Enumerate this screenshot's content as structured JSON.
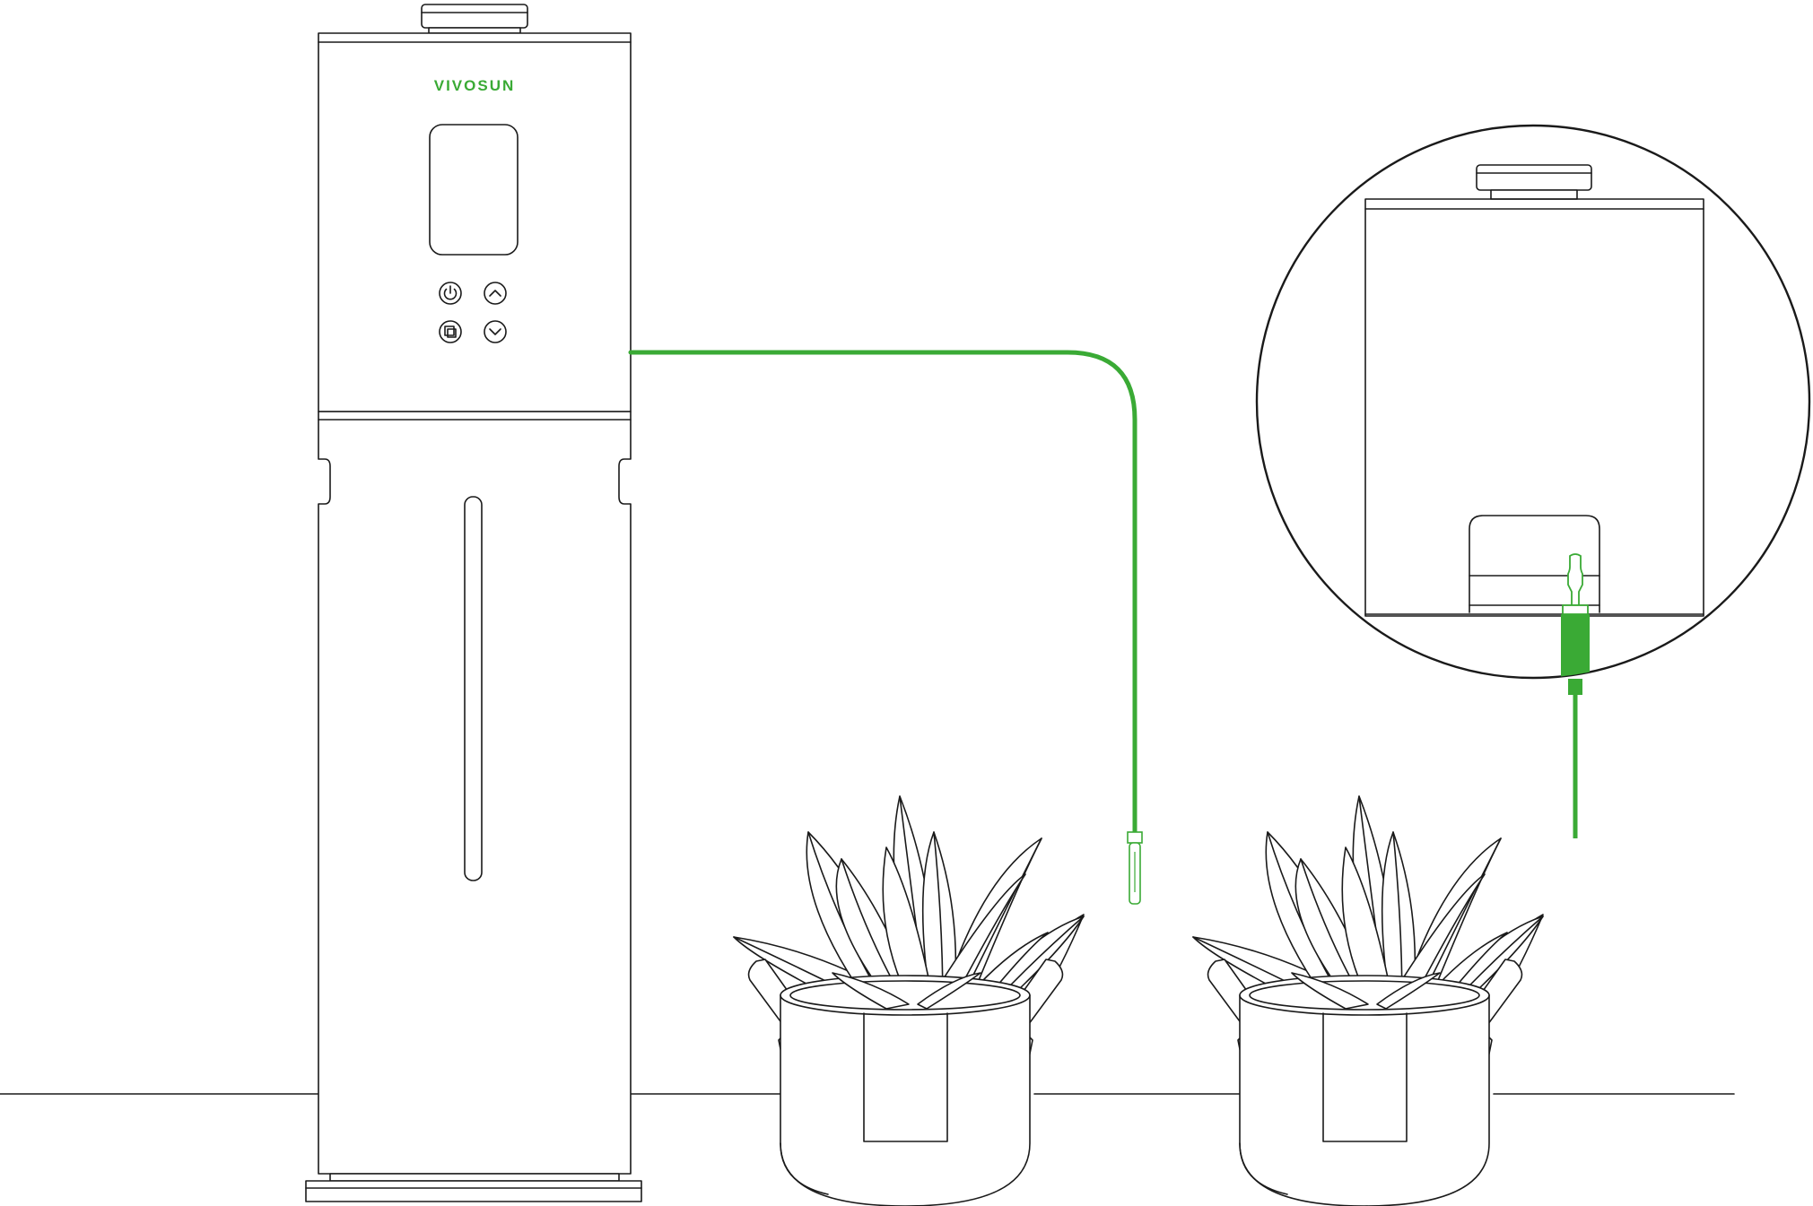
{
  "brand": {
    "logo_text": "VIVOSUN",
    "accent_color": "#3aaa35"
  },
  "control_panel": {
    "buttons": [
      {
        "icon": "power-icon"
      },
      {
        "icon": "chevron-up-icon"
      },
      {
        "icon": "mode-icon"
      },
      {
        "icon": "chevron-down-icon"
      }
    ]
  },
  "scene": {
    "device": "humidifier",
    "plants": 2,
    "inset": "sensor-port-closeup"
  }
}
